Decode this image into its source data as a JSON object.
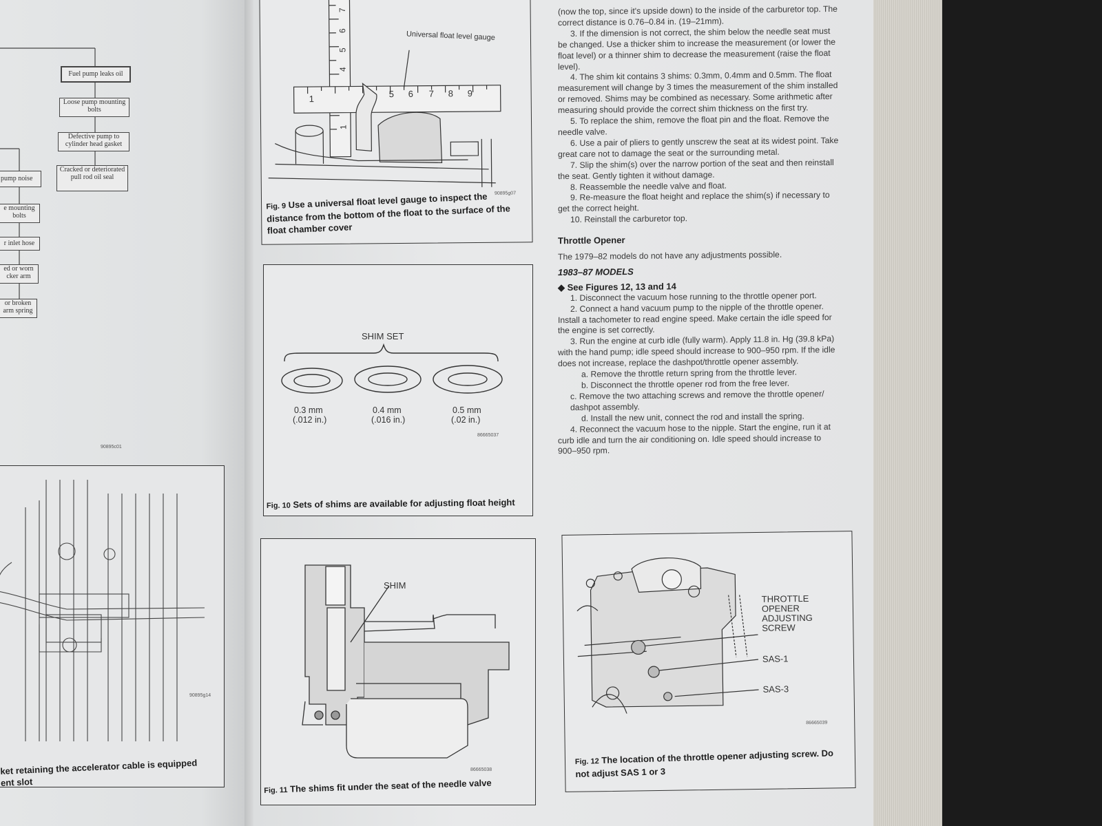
{
  "left_page": {
    "flowchart": {
      "right_boxes": [
        "Fuel pump leaks oil",
        "Loose pump mounting bolts",
        "Defective pump to cylinder head gasket",
        "Cracked or deteriorated pull rod oil seal"
      ],
      "left_boxes": [
        "pump noise",
        "e mounting bolts",
        "r inlet hose",
        "ed or worn cker arm",
        "or broken arm spring"
      ],
      "code": "90895c01"
    },
    "bottom_figure": {
      "code": "90895g14",
      "caption_line1": "ket retaining the accelerator cable is equipped",
      "caption_line2": "ent slot"
    }
  },
  "fig9": {
    "label": "Universal float level gauge",
    "ruler_numbers": [
      "1",
      "5",
      "6",
      "7",
      "8",
      "9"
    ],
    "vertical_numbers": [
      "7",
      "6",
      "5",
      "4",
      "1"
    ],
    "code": "90895g07",
    "caption_num": "Fig. 9",
    "caption_text": "Use a universal float level gauge to inspect the distance from the bottom of the float to the surface of the float chamber cover"
  },
  "fig10": {
    "title": "SHIM SET",
    "shims": [
      {
        "mm": "0.3 mm",
        "in": "(.012 in.)"
      },
      {
        "mm": "0.4 mm",
        "in": "(.016 in.)"
      },
      {
        "mm": "0.5 mm",
        "in": "(.02 in.)"
      }
    ],
    "code": "86665037",
    "caption_num": "Fig. 10",
    "caption_text": "Sets of shims are available for adjusting float height"
  },
  "fig11": {
    "label": "SHIM",
    "code": "86665038",
    "caption_num": "Fig. 11",
    "caption_text": "The shims fit under the seat of the needle valve"
  },
  "fig12": {
    "labels": [
      "THROTTLE",
      "OPENER",
      "ADJUSTING",
      "SCREW"
    ],
    "sas1": "SAS-1",
    "sas3": "SAS-3",
    "code": "86665039",
    "caption_num": "Fig. 12",
    "caption_text": "The location of the throttle opener adjusting screw. Do not adjust SAS 1 or 3"
  },
  "text": {
    "p0": "(now the top, since it's upside down) to the inside of the carburetor top. The correct distance is 0.76–0.84 in. (19–21mm).",
    "p3": "3. If the dimension is not correct, the shim below the needle seat must be changed. Use a thicker shim to increase the measurement (or lower the float level) or a thinner shim to decrease the measurement (raise the float level).",
    "p4": "4. The shim kit contains 3 shims: 0.3mm, 0.4mm and 0.5mm. The float measurement will change by 3 times the measurement of the shim installed or removed. Shims may be combined as necessary. Some arithmetic after measuring should provide the correct shim thickness on the first try.",
    "p5": "5. To replace the shim, remove the float pin and the float. Remove the needle valve.",
    "p6": "6. Use a pair of pliers to gently unscrew the seat at its widest point. Take great care not to damage the seat or the surrounding metal.",
    "p7": "7. Slip the shim(s) over the narrow portion of the seat and then reinstall the seat. Gently tighten it without damage.",
    "p8": "8. Reassemble the needle valve and float.",
    "p9": "9. Re-measure the float height and replace the shim(s) if necessary to get the correct height.",
    "p10": "10. Reinstall the carburetor top.",
    "heading": "Throttle Opener",
    "models_7982": "The 1979–82 models do not have any adjustments possible.",
    "models_heading": "1983–87 MODELS",
    "see_figs": "See Figures 12, 13 and 14",
    "s1": "1. Disconnect the vacuum hose running to the throttle opener port.",
    "s2": "2. Connect a hand vacuum pump to the nipple of the throttle opener. Install a tachometer to read engine speed. Make certain the idle speed for the engine is set correctly.",
    "s3": "3. Run the engine at curb idle (fully warm). Apply 11.8 in. Hg (39.8 kPa) with the hand pump; idle speed should increase to 900–950 rpm. If the idle does not increase, replace the dashpot/throttle opener assembly.",
    "sa": "a. Remove the throttle return spring from the throttle lever.",
    "sb": "b. Disconnect the throttle opener rod from the free lever.",
    "sc": "c. Remove the two attaching screws and remove the throttle opener/ dashpot assembly.",
    "sd": "d. Install the new unit, connect the rod and install the spring.",
    "s4": "4. Reconnect the vacuum hose to the nipple. Start the engine, run it at curb idle and turn the air conditioning on. Idle speed should increase to 900–950 rpm."
  }
}
